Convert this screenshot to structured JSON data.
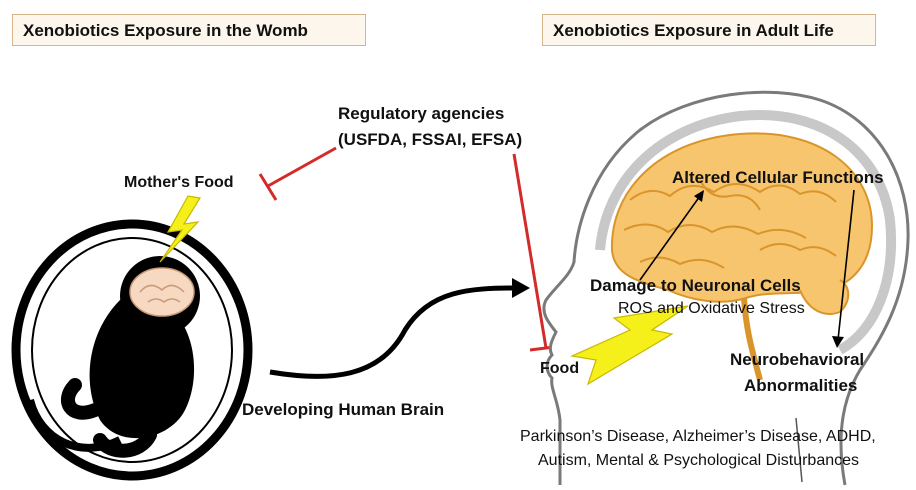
{
  "titles": {
    "left": "Xenobiotics Exposure in the Womb",
    "right": "Xenobiotics Exposure in Adult Life"
  },
  "labels": {
    "regulatory_line1": "Regulatory agencies",
    "regulatory_line2": "(USFDA, FSSAI, EFSA)",
    "mothers_food": "Mother's Food",
    "developing_brain": "Developing Human Brain",
    "food": "Food",
    "altered_functions": "Altered Cellular Functions",
    "damage_neuronal": "Damage to Neuronal Cells",
    "ros_stress": "ROS and Oxidative Stress",
    "neurobehavioral_line1": "Neurobehavioral",
    "neurobehavioral_line2": "Abnormalities",
    "diseases_line1": "Parkinson’s Disease, Alzheimer’s Disease, ADHD,",
    "diseases_line2": "Autism, Mental & Psychological Disturbances"
  },
  "colors": {
    "inhibitor_red": "#d42a2a",
    "lightning_yellow": "#f5ef1a",
    "brain_orange": "#f7c56e",
    "head_outline": "#7a7a7a"
  },
  "icons": [
    "fetus-icon",
    "head-silhouette-icon",
    "brain-icon",
    "lightning-bolt-icon"
  ]
}
